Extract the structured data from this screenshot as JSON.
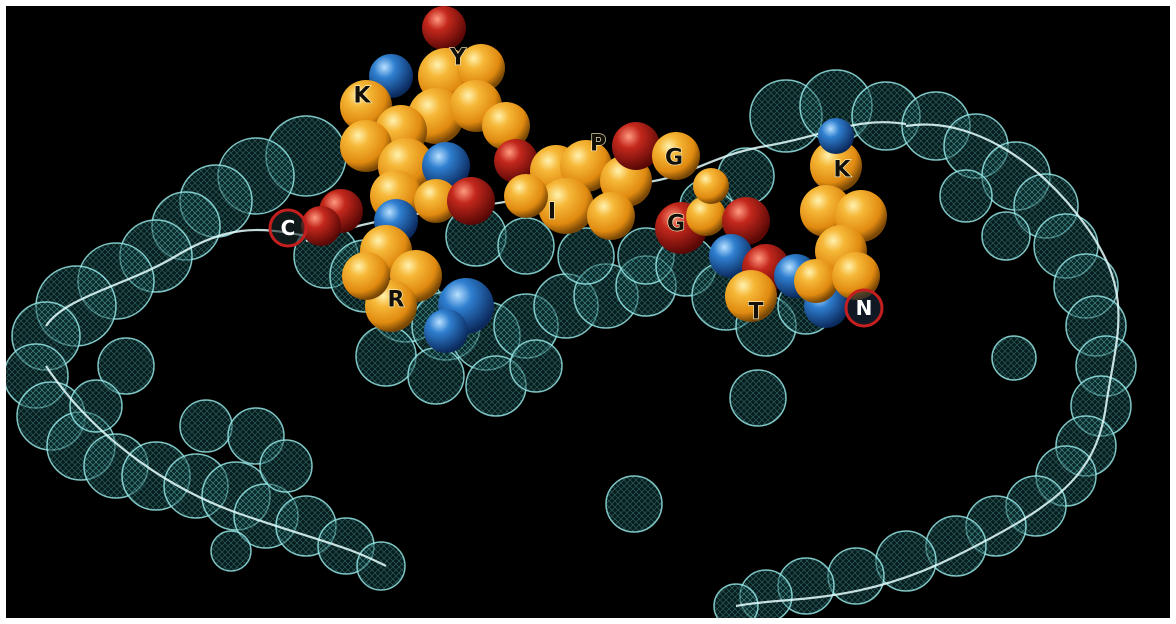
{
  "figure": {
    "description": "Molecular surface rendering of a peptide bound in a protein groove",
    "colors": {
      "background": "#000000",
      "surface_mesh": "#5ec4c4",
      "carbon_atoms": "#f2a41e",
      "nitrogen_atoms": "#2a6fc0",
      "oxygen_atoms": "#b81f1a",
      "terminus_ring": "#c41e1e"
    },
    "residue_labels": [
      {
        "id": "res-y",
        "text": "Y"
      },
      {
        "id": "res-k-left",
        "text": "K"
      },
      {
        "id": "res-p",
        "text": "P"
      },
      {
        "id": "res-g-upper",
        "text": "G"
      },
      {
        "id": "res-k-right",
        "text": "K"
      },
      {
        "id": "res-i",
        "text": "I"
      },
      {
        "id": "res-g-lower",
        "text": "G"
      },
      {
        "id": "res-r",
        "text": "R"
      },
      {
        "id": "res-t",
        "text": "T"
      }
    ],
    "termini": [
      {
        "id": "c-terminus",
        "text": "C"
      },
      {
        "id": "n-terminus",
        "text": "N"
      }
    ]
  }
}
